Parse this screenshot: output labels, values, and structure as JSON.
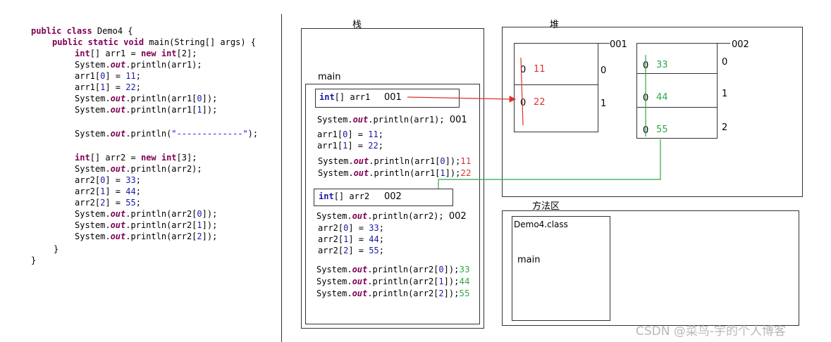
{
  "code": {
    "line1": {
      "kw": "public class",
      "rest": " Demo4 {"
    },
    "line2": {
      "kw": "public static void",
      "rest": " main(String[] args) {"
    },
    "line3": {
      "kw1": "int",
      "mid": "[] arr1 = ",
      "kw2": "new",
      "kw3": "int",
      "end": "[2];"
    },
    "line4": {
      "pre": "System.",
      "out": "out",
      "post": ".println(arr1);"
    },
    "line5": {
      "pre": "arr1[",
      "i": "0",
      "mid": "] = ",
      "v": "11",
      "end": ";"
    },
    "line6": {
      "pre": "arr1[",
      "i": "1",
      "mid": "] = ",
      "v": "22",
      "end": ";"
    },
    "line7": {
      "pre": "System.",
      "out": "out",
      "post": ".println(arr1[",
      "i": "0",
      "end": "]);"
    },
    "line8": {
      "pre": "System.",
      "out": "out",
      "post": ".println(arr1[",
      "i": "1",
      "end": "]);"
    },
    "line9": {
      "pre": "System.",
      "out": "out",
      "post": ".println(",
      "str": "\"-------------\"",
      "end": ");"
    },
    "line10": {
      "kw1": "int",
      "mid": "[] arr2 = ",
      "kw2": "new",
      "kw3": "int",
      "end": "[3];"
    },
    "line11": {
      "pre": "System.",
      "out": "out",
      "post": ".println(arr2);"
    },
    "line12": {
      "pre": "arr2[",
      "i": "0",
      "mid": "] = ",
      "v": "33",
      "end": ";"
    },
    "line13": {
      "pre": "arr2[",
      "i": "1",
      "mid": "] = ",
      "v": "44",
      "end": ";"
    },
    "line14": {
      "pre": "arr2[",
      "i": "2",
      "mid": "] = ",
      "v": "55",
      "end": ";"
    },
    "line15": {
      "pre": "System.",
      "out": "out",
      "post": ".println(arr2[",
      "i": "0",
      "end": "]);"
    },
    "line16": {
      "pre": "System.",
      "out": "out",
      "post": ".println(arr2[",
      "i": "1",
      "end": "]);"
    },
    "line17": {
      "pre": "System.",
      "out": "out",
      "post": ".println(arr2[",
      "i": "2",
      "end": "]);"
    },
    "close1": "}",
    "close2": "}"
  },
  "stack": {
    "title": "栈",
    "frame": "main",
    "arr1_kw": "int",
    "arr1_decl": "[] arr1",
    "arr1_addr": "001",
    "p1": {
      "pre": "System.",
      "out": "out",
      "post": ".println(arr1); ",
      "result": "001"
    },
    "a1": {
      "pre": "arr1[",
      "i": "0",
      "mid": "] = ",
      "v": "11",
      "end": ";"
    },
    "a2": {
      "pre": "arr1[",
      "i": "1",
      "mid": "] = ",
      "v": "22",
      "end": ";"
    },
    "p2": {
      "pre": "System.",
      "out": "out",
      "post": ".println(arr1[",
      "i": "0",
      "end": "]);",
      "result": "11"
    },
    "p3": {
      "pre": "System.",
      "out": "out",
      "post": ".println(arr1[",
      "i": "1",
      "end": "]);",
      "result": "22"
    },
    "arr2_kw": "int",
    "arr2_decl": "[] arr2",
    "arr2_addr": "002",
    "p4": {
      "pre": "System.",
      "out": "out",
      "post": ".println(arr2); ",
      "result": "002"
    },
    "b1": {
      "pre": "arr2[",
      "i": "0",
      "mid": "] = ",
      "v": "33",
      "end": ";"
    },
    "b2": {
      "pre": "arr2[",
      "i": "1",
      "mid": "] = ",
      "v": "44",
      "end": ";"
    },
    "b3": {
      "pre": "arr2[",
      "i": "2",
      "mid": "] = ",
      "v": "55",
      "end": ";"
    },
    "p5": {
      "pre": "System.",
      "out": "out",
      "post": ".println(arr2[",
      "i": "0",
      "end": "]);",
      "result": "33"
    },
    "p6": {
      "pre": "System.",
      "out": "out",
      "post": ".println(arr2[",
      "i": "1",
      "end": "]);",
      "result": "44"
    },
    "p7": {
      "pre": "System.",
      "out": "out",
      "post": ".println(arr2[",
      "i": "2",
      "end": "]);",
      "result": "55"
    }
  },
  "heap": {
    "title": "堆",
    "arr1": {
      "addr": "001",
      "cells": [
        {
          "init": "0",
          "value": "11",
          "index": "0"
        },
        {
          "init": "0",
          "value": "22",
          "index": "1"
        }
      ]
    },
    "arr2": {
      "addr": "002",
      "cells": [
        {
          "init": "0",
          "value": "33",
          "index": "0"
        },
        {
          "init": "0",
          "value": "44",
          "index": "1"
        },
        {
          "init": "0",
          "value": "55",
          "index": "2"
        }
      ]
    }
  },
  "method_area": {
    "title": "方法区",
    "class_name": "Demo4.class",
    "method": "main"
  },
  "watermark": "CSDN @菜鸟-宇的个人博客",
  "colors": {
    "arr1_accent": "#e0302f",
    "arr2_accent": "#2aa84a"
  }
}
